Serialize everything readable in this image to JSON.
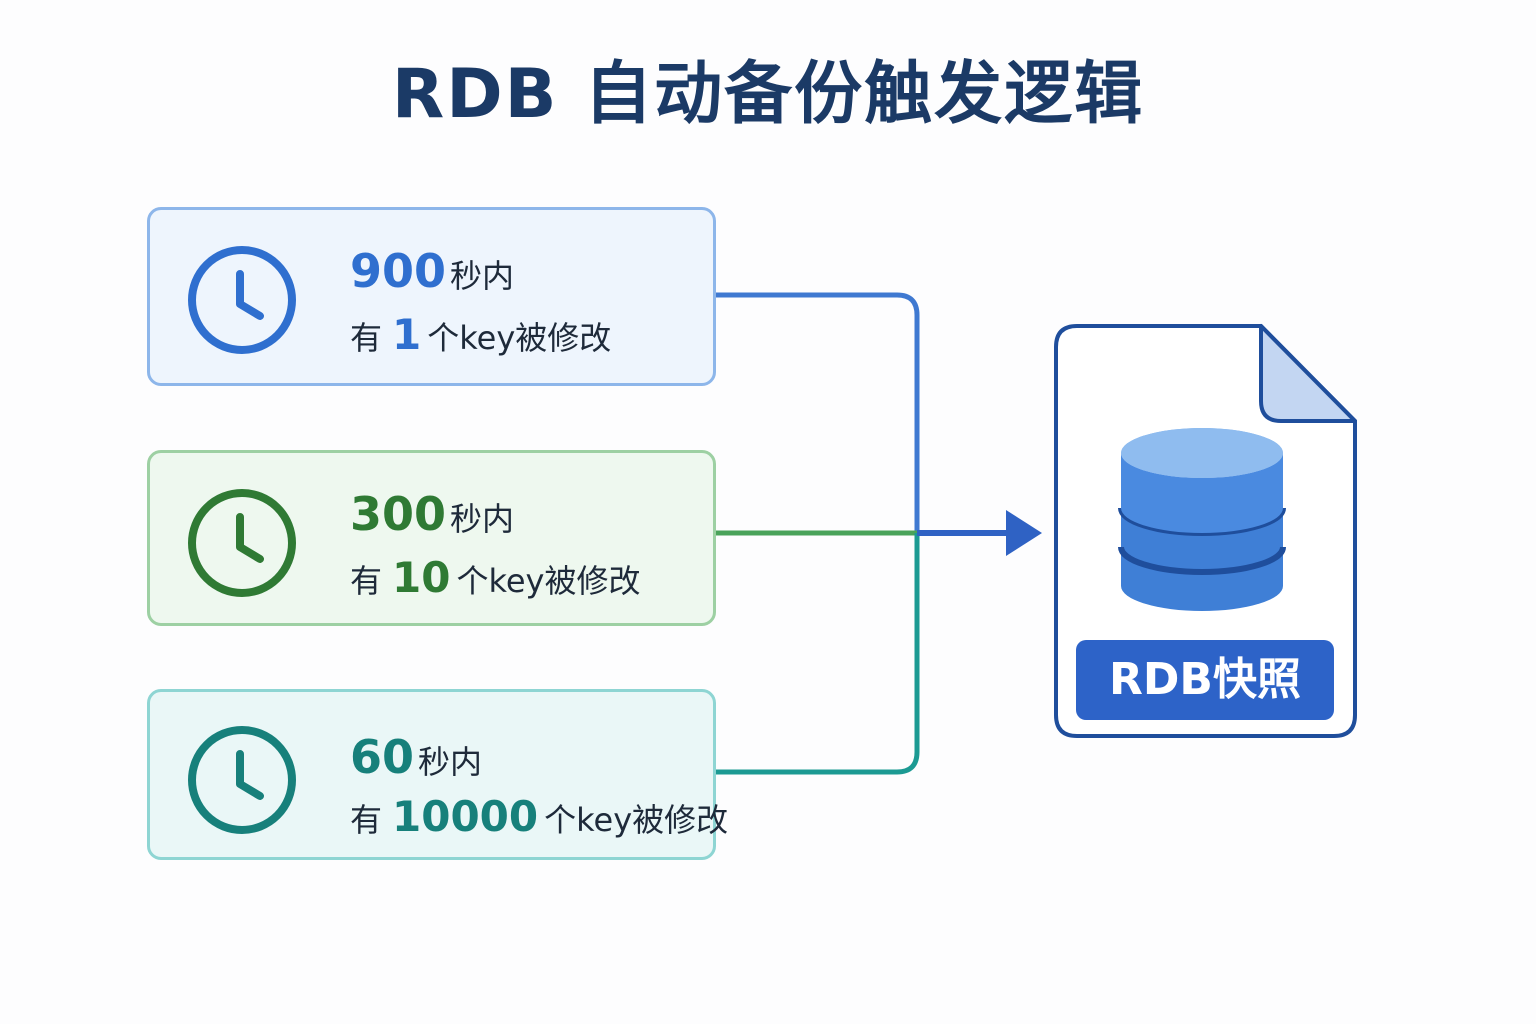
{
  "title": "RDB 自动备份触发逻辑",
  "rules": [
    {
      "seconds": "900",
      "seconds_suffix": "秒内",
      "prefix": "有",
      "count": "1",
      "suffix": "个key被修改",
      "color": "#2f6fcf"
    },
    {
      "seconds": "300",
      "seconds_suffix": "秒内",
      "prefix": "有",
      "count": "10",
      "suffix": "个key被修改",
      "color": "#2f7a34"
    },
    {
      "seconds": "60",
      "seconds_suffix": "秒内",
      "prefix": "有",
      "count": "10000",
      "suffix": "个key被修改",
      "color": "#17807b"
    }
  ],
  "target": {
    "label": "RDB快照",
    "icon": "database-icon",
    "accent": "#2d63c8"
  },
  "icons": {
    "rule": "clock-icon",
    "document": "document-icon",
    "arrow": "arrow-right-icon"
  }
}
